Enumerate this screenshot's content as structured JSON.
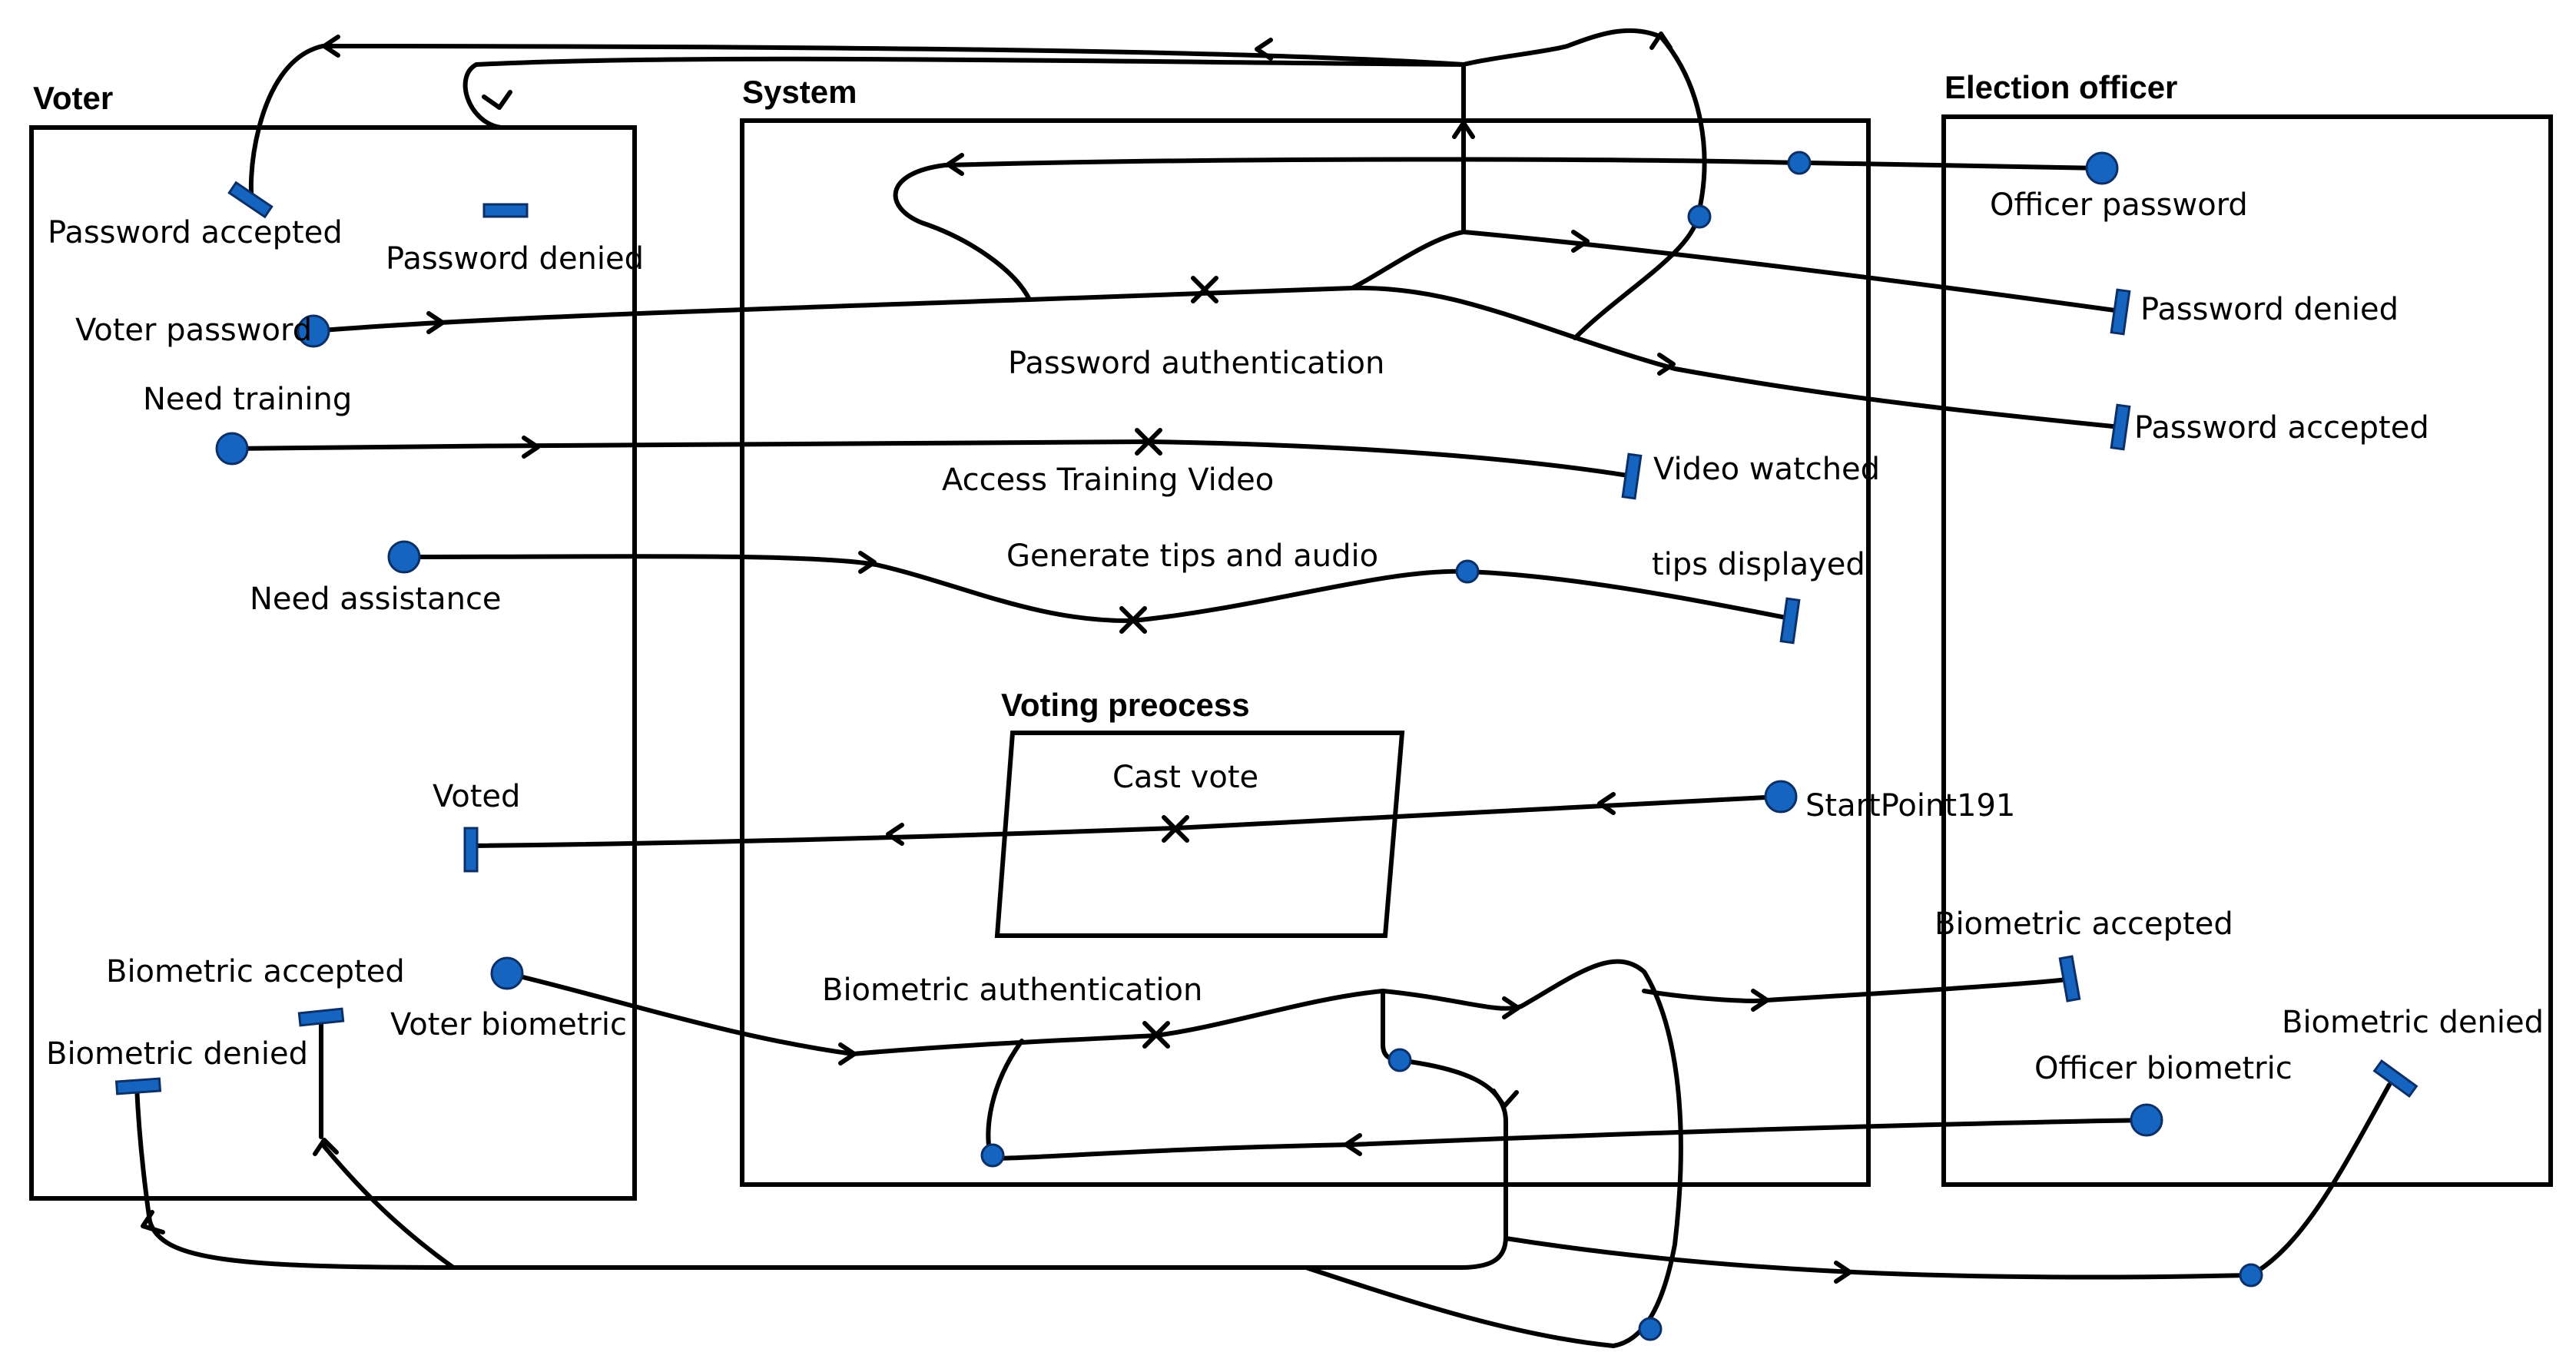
{
  "lanes": {
    "voter": "Voter",
    "system": "System",
    "officer": "Election officer",
    "voting": "Voting preocess"
  },
  "labels": {
    "voter_password_accepted": "Password accepted",
    "voter_password_denied": "Password denied",
    "voter_password": "Voter password",
    "need_training": "Need training",
    "need_assistance": "Need assistance",
    "voted": "Voted",
    "voter_biometric_accepted": "Biometric accepted",
    "voter_biometric_denied": "Biometric denied",
    "voter_biometric": "Voter biometric",
    "password_authentication": "Password authentication",
    "access_training_video": "Access Training Video",
    "generate_tips": "Generate tips and audio",
    "cast_vote": "Cast vote",
    "biometric_authentication": "Biometric authentication",
    "video_watched": "Video watched",
    "tips_displayed": "tips displayed",
    "start_point": "StartPoint191",
    "officer_password": "Officer password",
    "officer_password_denied": "Password denied",
    "officer_password_accepted": "Password accepted",
    "officer_biometric_accepted": "Biometric accepted",
    "officer_biometric": "Officer biometric",
    "officer_biometric_denied": "Biometric denied"
  },
  "colors": {
    "node": "#1565c0",
    "line": "#000000"
  }
}
